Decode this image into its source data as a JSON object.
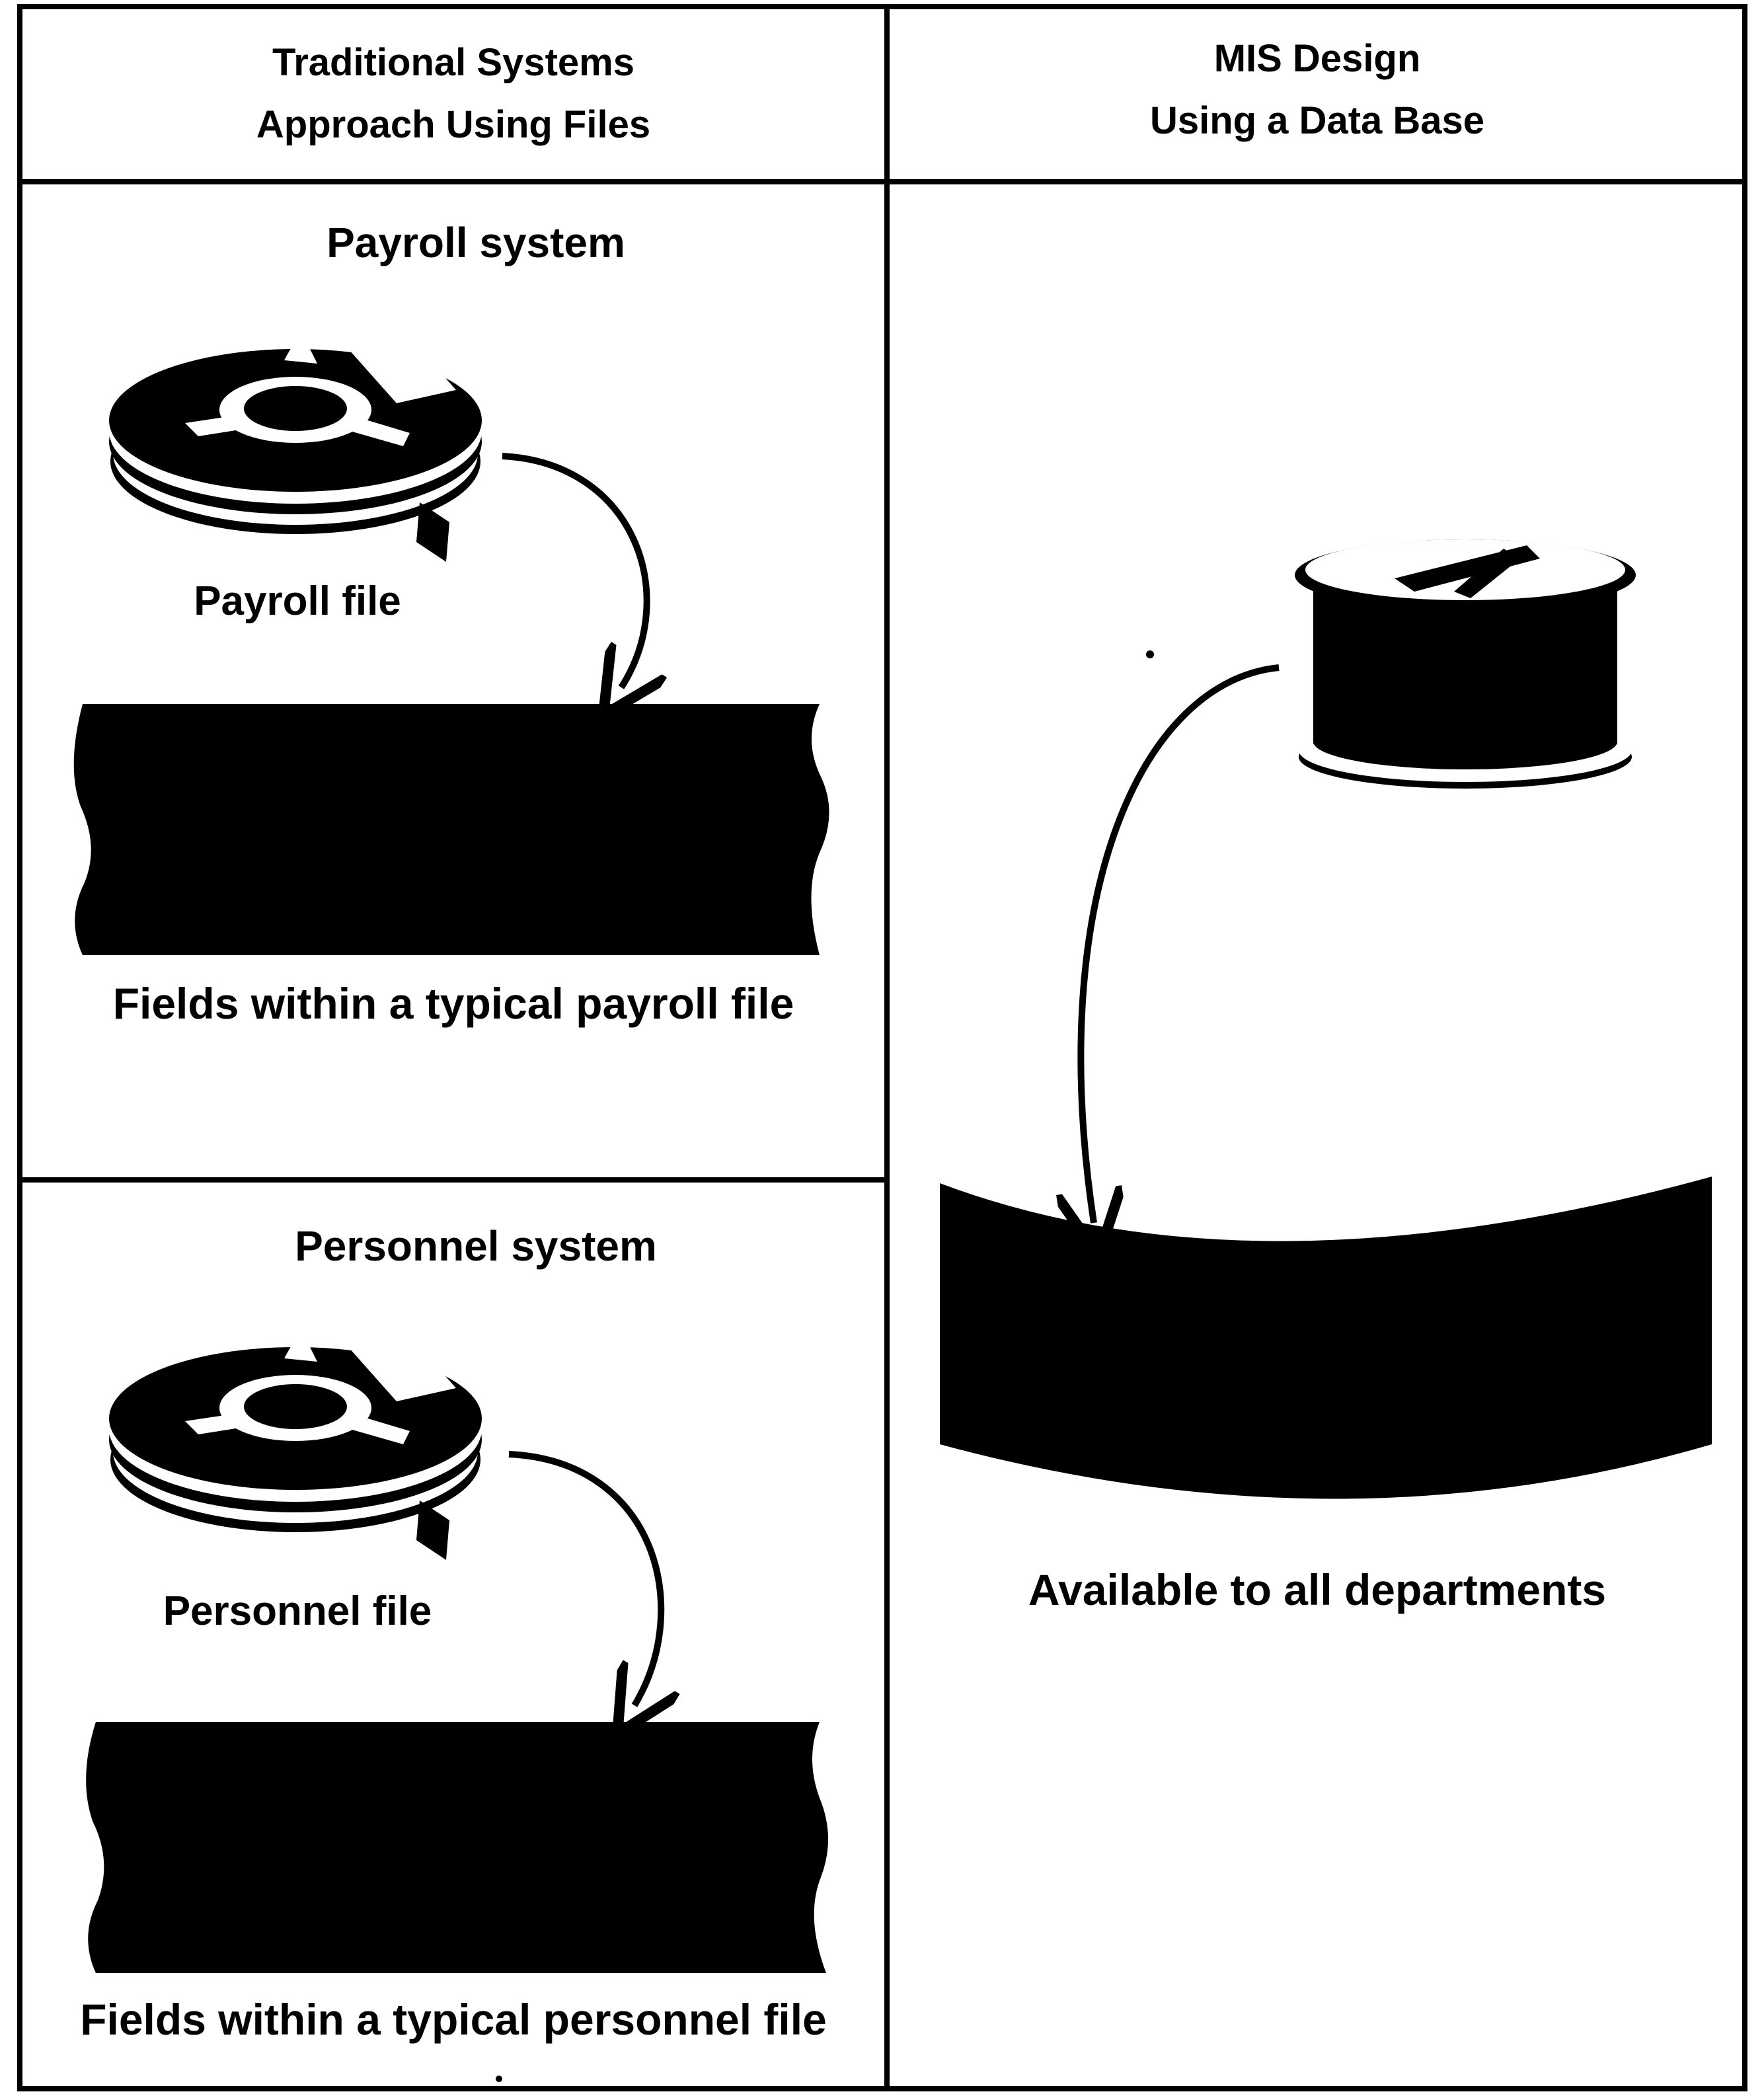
{
  "headers": {
    "left_line1": "Traditional Systems",
    "left_line2": "Approach Using Files",
    "right_line1": "MIS Design",
    "right_line2": "Using a Data Base"
  },
  "payroll": {
    "system_label": "Payroll system",
    "file_label": "Payroll file",
    "caption": "Fields within a typical payroll file"
  },
  "personnel": {
    "system_label": "Personnel system",
    "file_label": "Personnel file",
    "caption": "Fields within a typical personnel file"
  },
  "database": {
    "caption": "Available to all departments"
  },
  "colors": {
    "ink": "#000000",
    "paper": "#ffffff"
  },
  "icons": [
    "tape-reel-icon",
    "disk-pack-icon",
    "curved-arrow-icon"
  ]
}
